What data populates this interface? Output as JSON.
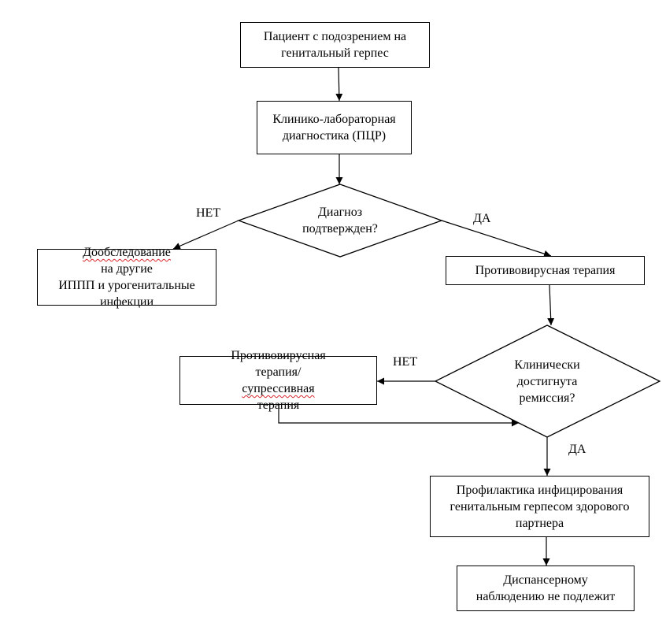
{
  "nodes": {
    "start": {
      "lines": [
        "Пациент с подозрением на",
        "генитальный герпес"
      ]
    },
    "diagnostics": {
      "lines": [
        "Клинико-лабораторная",
        "диагностика (ПЦР)"
      ]
    },
    "diagnosis_question": {
      "lines": [
        "Диагноз",
        "подтвержден?"
      ]
    },
    "additional_exam": {
      "word": "Дообследование",
      "rest": " на другие",
      "lines": [
        "ИППП и урогенитальные",
        "инфекции"
      ]
    },
    "antiviral": {
      "lines": [
        "Противовирусная терапия"
      ]
    },
    "remission_question": {
      "lines": [
        "Клинически",
        "достигнута",
        "ремиссия?"
      ]
    },
    "suppressive": {
      "line1": "Противовирусная",
      "prefix": "терапия/",
      "word": "супрессивная",
      "suffix": " терапия"
    },
    "prophylaxis": {
      "lines": [
        "Профилактика инфицирования",
        "генитальным герпесом здорового",
        "партнера"
      ]
    },
    "dispensary": {
      "lines": [
        "Диспансерному",
        "наблюдению не подлежит"
      ]
    }
  },
  "edge_labels": {
    "no_1": "НЕТ",
    "yes_1": "ДА",
    "no_2": "НЕТ",
    "yes_2": "ДА"
  },
  "colors": {
    "line": "#000000",
    "spellcheck_underline": "#d9272e"
  }
}
